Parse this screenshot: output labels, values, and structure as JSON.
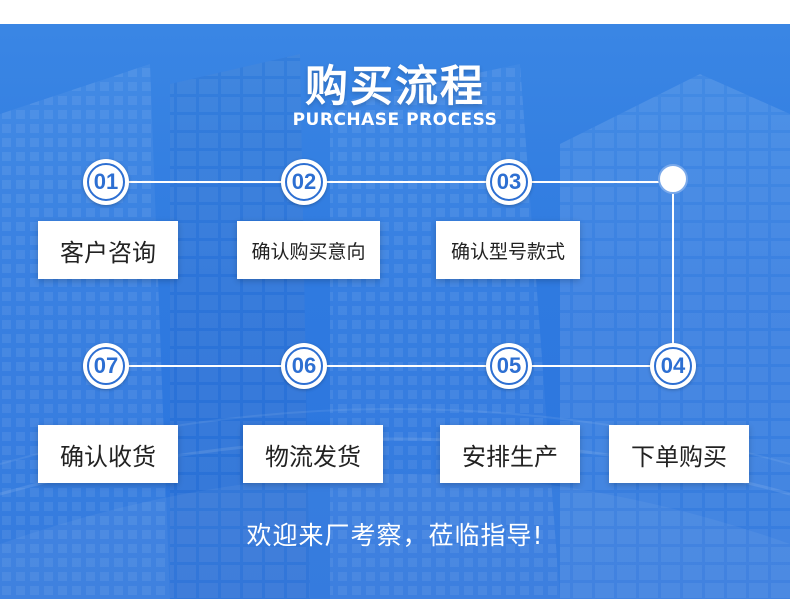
{
  "title": "购买流程",
  "subtitle": "PURCHASE PROCESS",
  "steps": [
    {
      "num": "01",
      "label": "客户咨询"
    },
    {
      "num": "02",
      "label": "确认购买意向"
    },
    {
      "num": "03",
      "label": "确认型号款式"
    },
    {
      "num": "04",
      "label": "下单购买"
    },
    {
      "num": "05",
      "label": "安排生产"
    },
    {
      "num": "06",
      "label": "物流发货"
    },
    {
      "num": "07",
      "label": "确认收货"
    }
  ],
  "footer": "欢迎来厂考察，莅临指导!",
  "colors": {
    "background": "#2f7ae0",
    "accent": "#2d6fd2",
    "box": "#ffffff"
  }
}
